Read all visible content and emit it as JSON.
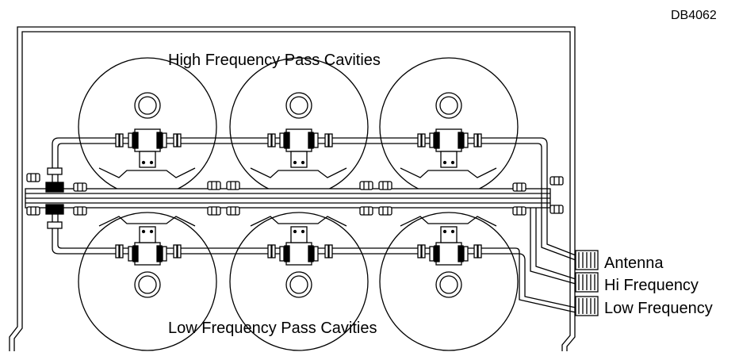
{
  "drawing": {
    "id": "DB4062",
    "high_group_label": "High Frequency Pass Cavities",
    "low_group_label": "Low Frequency Pass Cavities",
    "ports": [
      {
        "label": "Antenna"
      },
      {
        "label": "Hi Frequency"
      },
      {
        "label": "Low Frequency"
      }
    ]
  }
}
